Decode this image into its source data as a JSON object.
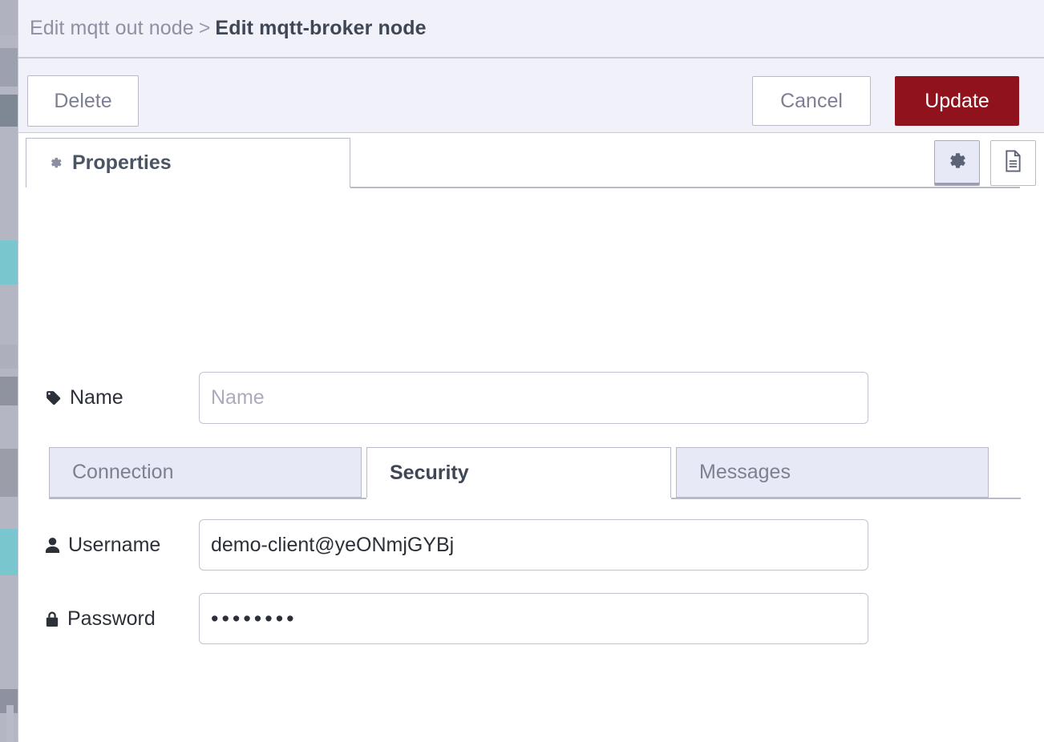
{
  "breadcrumb": {
    "parent": "Edit mqtt out node",
    "separator": ">",
    "current": "Edit mqtt-broker node"
  },
  "actions": {
    "delete_label": "Delete",
    "cancel_label": "Cancel",
    "update_label": "Update",
    "update_color": "#90121c"
  },
  "tabs": {
    "properties_label": "Properties",
    "properties_icon": "gear-icon"
  },
  "header_tools": [
    {
      "name": "gear-icon",
      "active": true
    },
    {
      "name": "description-icon",
      "active": false
    }
  ],
  "fields": {
    "name": {
      "label": "Name",
      "icon": "tag-icon",
      "value": "",
      "placeholder": "Name"
    },
    "username": {
      "label": "Username",
      "icon": "user-icon",
      "value": "demo-client@yeONmjGYBj",
      "placeholder": ""
    },
    "password": {
      "label": "Password",
      "icon": "lock-icon",
      "value": "••••••••",
      "placeholder": "",
      "masked_length": 8
    }
  },
  "subtabs": [
    {
      "label": "Connection",
      "active": false
    },
    {
      "label": "Security",
      "active": true
    },
    {
      "label": "Messages",
      "active": false
    }
  ],
  "colors": {
    "header_bg": "#f1f1f9",
    "border": "#b9bac8",
    "danger": "#90121c",
    "subtab_inactive_bg": "#e8e9f7",
    "text_muted": "#7d8090",
    "text_dark": "#2c3038"
  }
}
